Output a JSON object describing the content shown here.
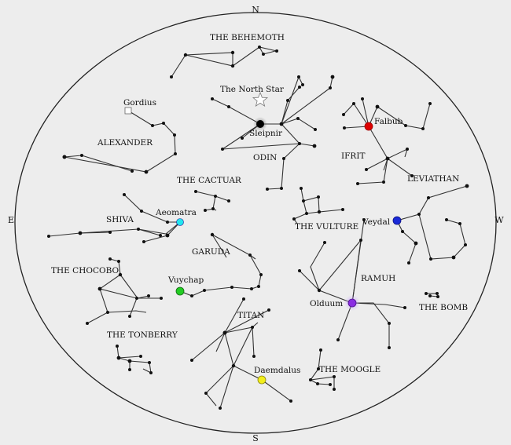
{
  "compass": {
    "north": "N",
    "south": "S",
    "east": "E",
    "west": "W"
  },
  "constellations": [
    {
      "id": "behemoth",
      "label": "THE BEHEMOTH"
    },
    {
      "id": "alexander",
      "label": "ALEXANDER"
    },
    {
      "id": "cactuar",
      "label": "THE CACTUAR"
    },
    {
      "id": "odin",
      "label": "ODIN"
    },
    {
      "id": "ifrit",
      "label": "IFRIT"
    },
    {
      "id": "leviathan",
      "label": "LEVIATHAN"
    },
    {
      "id": "shiva",
      "label": "SHIVA"
    },
    {
      "id": "vulture",
      "label": "THE VULTURE"
    },
    {
      "id": "garuda",
      "label": "GARUDA"
    },
    {
      "id": "chocobo",
      "label": "THE CHOCOBO"
    },
    {
      "id": "ramuh",
      "label": "RAMUH"
    },
    {
      "id": "bomb",
      "label": "THE BOMB"
    },
    {
      "id": "tonberry",
      "label": "THE TONBERRY"
    },
    {
      "id": "titan",
      "label": "TITAN"
    },
    {
      "id": "moogle",
      "label": "THE MOOGLE"
    }
  ],
  "named_stars": [
    {
      "id": "north-star",
      "label": "The North Star",
      "color": "#ffffff",
      "icon": "star-outline"
    },
    {
      "id": "sleipnir",
      "label": "Sleipnir",
      "color": "#000000"
    },
    {
      "id": "gordius",
      "label": "Gordius",
      "color": "#ffffff"
    },
    {
      "id": "falbub",
      "label": "Falbub",
      "color": "#dd0000"
    },
    {
      "id": "aeomatra",
      "label": "Aeomatra",
      "color": "#22e6ee"
    },
    {
      "id": "veydal",
      "label": "Veydal",
      "color": "#1a2ad8"
    },
    {
      "id": "vuychap",
      "label": "Vuychap",
      "color": "#22cc22"
    },
    {
      "id": "olduum",
      "label": "Olduum",
      "color": "#8a2be2"
    },
    {
      "id": "daemdalus",
      "label": "Daemdalus",
      "color": "#f2ee1a"
    }
  ]
}
